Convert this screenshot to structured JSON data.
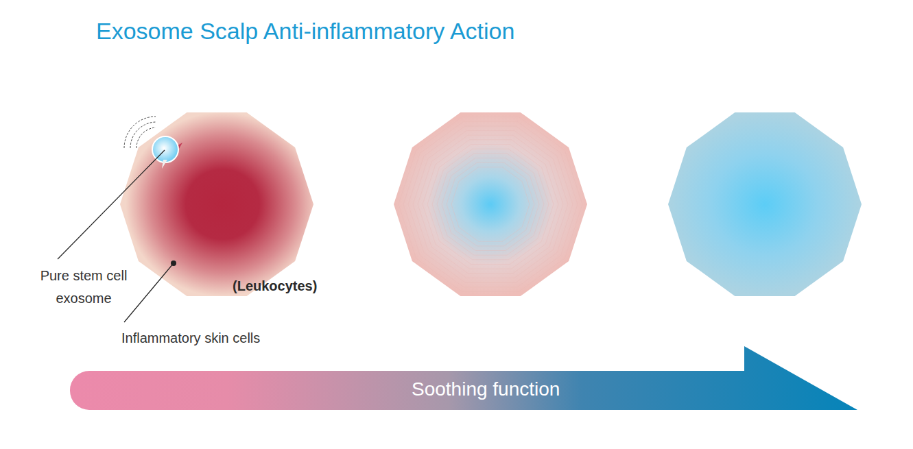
{
  "diagram": {
    "title": "Exosome Scalp Anti-inflammatory Action",
    "nodes": [
      {
        "text": [
          "(Leukocytes)"
        ]
      },
      {
        "text": [
          "Soothing function"
        ]
      }
    ],
    "labels": [
      "Pure stem cell exosome",
      "Inflammatory skin cells"
    ]
  }
}
